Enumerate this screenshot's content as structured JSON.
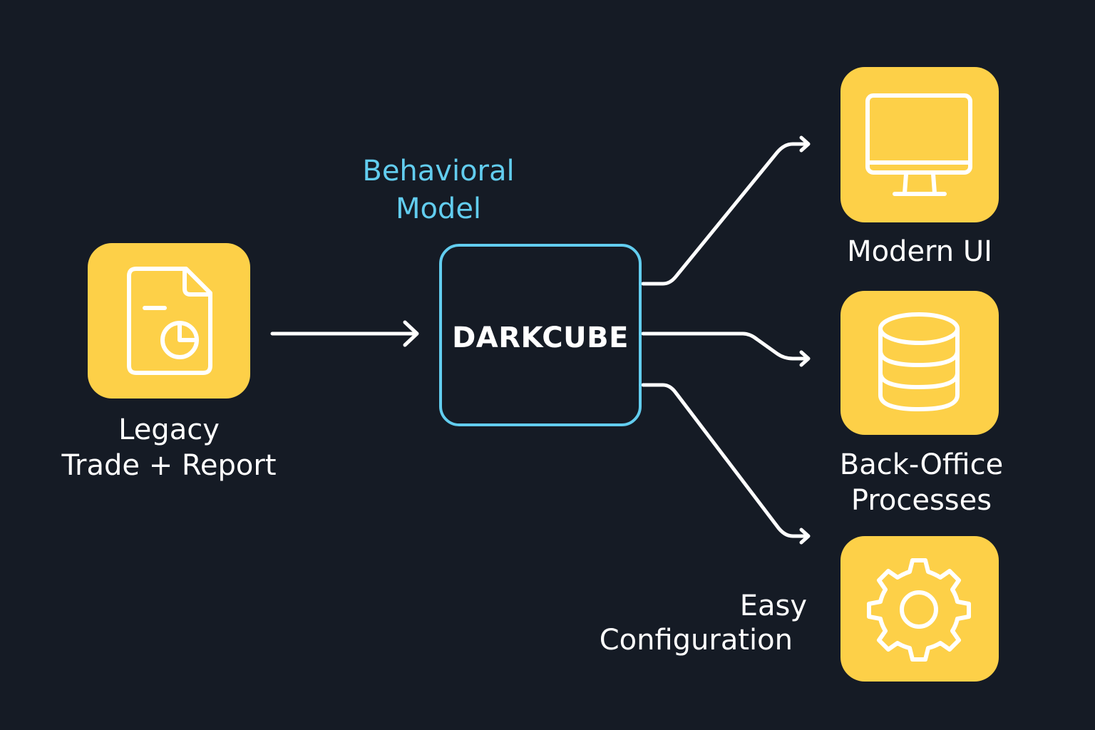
{
  "model_label": {
    "line1": "Behavioral",
    "line2": "Model"
  },
  "core": {
    "title": "DARKCUBE"
  },
  "source": {
    "icon": "document-chart-icon",
    "label_line1": "Legacy",
    "label_line2": "Trade + Report"
  },
  "outputs": [
    {
      "icon": "monitor-icon",
      "label_line1": "Modern UI"
    },
    {
      "icon": "database-icon",
      "label_line1": "Back-Office",
      "label_line2": "Processes"
    },
    {
      "icon": "gear-icon",
      "label_line1": "Easy",
      "label_line2": "Configuration"
    }
  ],
  "colors": {
    "background": "#151b25",
    "tile": "#fdd048",
    "accent": "#62cdef",
    "text": "#ffffff"
  }
}
